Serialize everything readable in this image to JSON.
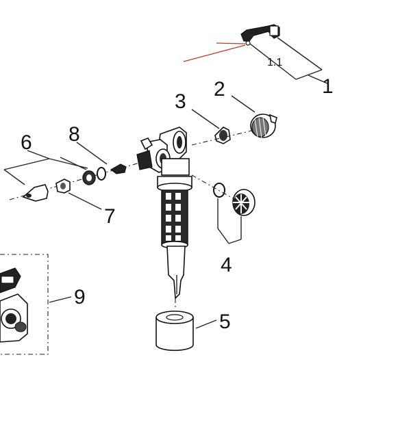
{
  "labels": {
    "p1": "1",
    "p1_1": "1.1",
    "p2": "2",
    "p3": "3",
    "p4": "4",
    "p5": "5",
    "p6": "6",
    "p7": "7",
    "p8": "8",
    "p9": "9"
  },
  "colors": {
    "ink": "#111111",
    "marker_arrow": "#c0392b",
    "background": "#ffffff"
  }
}
